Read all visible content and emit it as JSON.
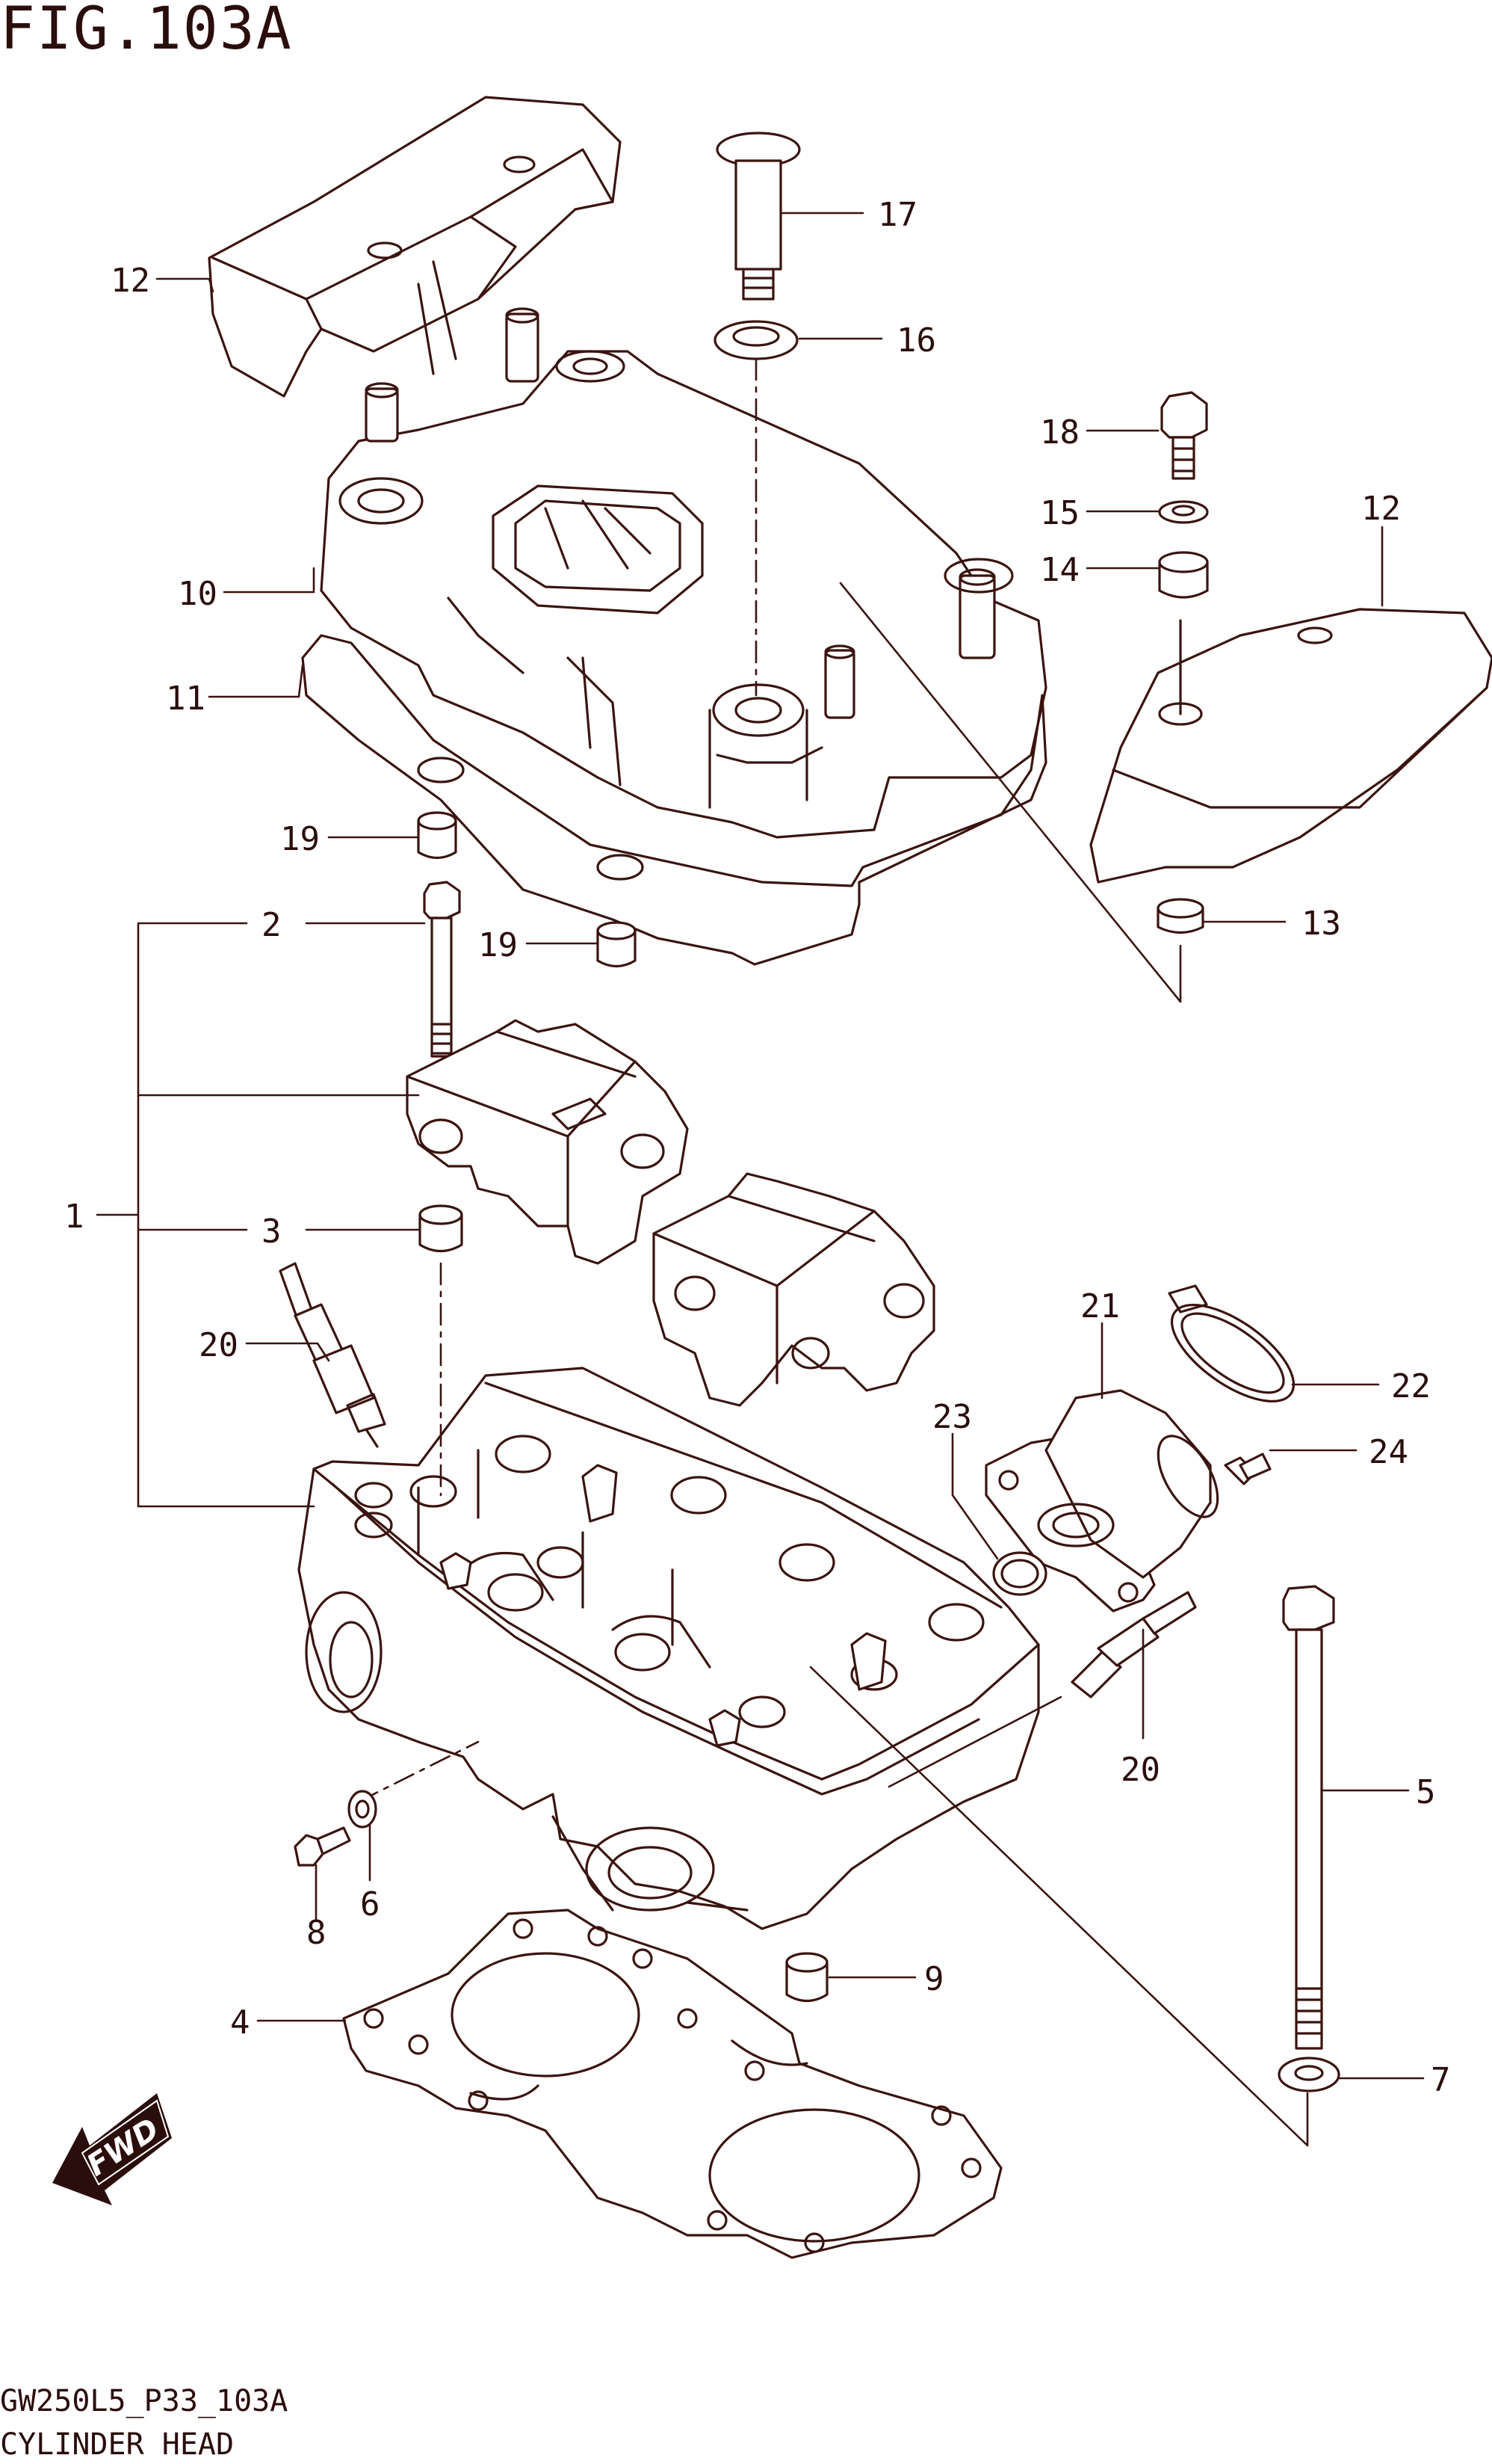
{
  "figure": {
    "title": "FIG.103A",
    "code": "GW250L5_P33_103A",
    "name": "CYLINDER HEAD"
  },
  "colors": {
    "line": "#3a1410",
    "text": "#2a0e0c",
    "background": "#ffffff"
  },
  "fwd_label": "FWD",
  "callouts": [
    "1",
    "2",
    "3",
    "4",
    "5",
    "6",
    "7",
    "8",
    "9",
    "10",
    "11",
    "12",
    "12",
    "13",
    "14",
    "15",
    "16",
    "17",
    "18",
    "19",
    "19",
    "20",
    "20",
    "21",
    "22",
    "23",
    "24"
  ]
}
